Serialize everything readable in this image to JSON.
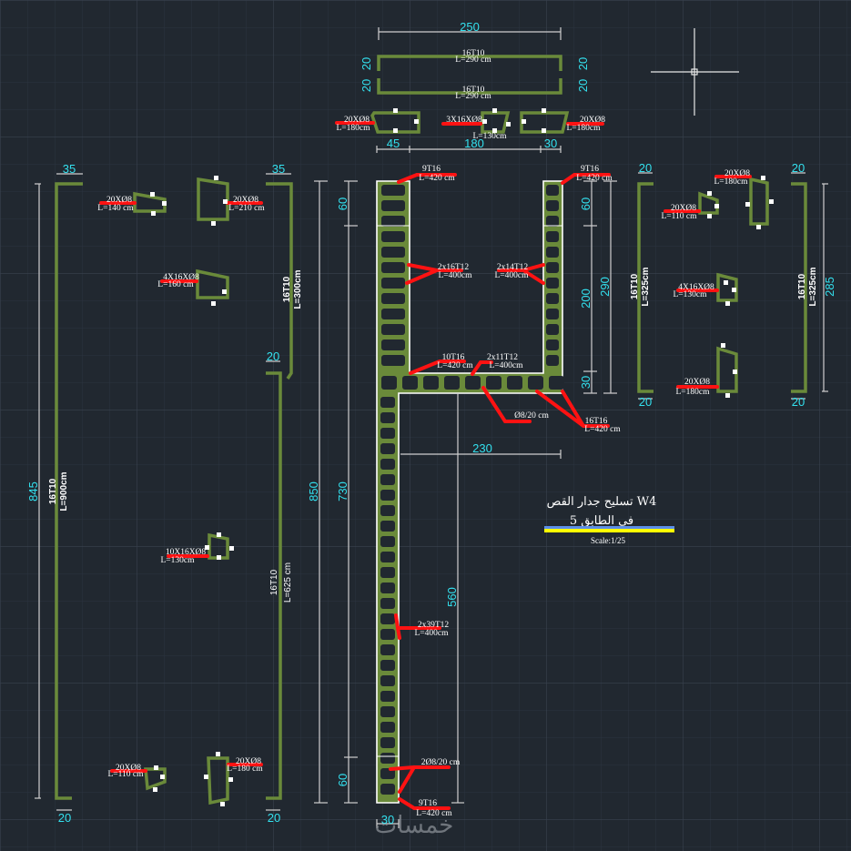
{
  "drawing": {
    "title_line1": "تسليح جدار القص W4",
    "title_line2": "في الطابق 5",
    "scale": "Scale:1/25",
    "watermark": "خمسات",
    "colors": {
      "background": "#212830",
      "rebar": "#6a8a3a",
      "leader": "#ff1212",
      "dimension_text": "#33e0ee",
      "label_text": "#ffffff",
      "title_underline_yellow": "#ffff00",
      "title_underline_blue": "#5b8ee8"
    }
  },
  "top_bars": {
    "dim_width": "250",
    "bar1": {
      "count": "16T10",
      "length": "L=290 cm",
      "hook_left": "20",
      "hook_right": "20"
    },
    "bar2": {
      "count": "16T10",
      "length": "L=290 cm",
      "hook_left": "20",
      "hook_right": "20"
    }
  },
  "top_stirrups": [
    {
      "count": "20XØ8",
      "length": "L=180cm"
    },
    {
      "count": "3X16XØ8",
      "length": "L=130cm"
    },
    {
      "count": "20XØ8",
      "length": "L=180cm"
    }
  ],
  "top_dims": [
    "45",
    "180",
    "30"
  ],
  "section_labels": {
    "top_left_corner": {
      "count": "9T16",
      "length": "L=420 cm"
    },
    "top_right_corner": {
      "count": "9T16",
      "length": "L=420 cm"
    },
    "left_web": {
      "count": "2x16T12",
      "length": "L=400cm"
    },
    "right_web": {
      "count": "2x14T12",
      "length": "L=400cm"
    },
    "junction": {
      "count": "10T16",
      "length": "L=420 cm"
    },
    "flange": {
      "count": "2x11T12",
      "length": "L=400cm"
    },
    "stirrup_spacing": {
      "text": "Ø8/20 cm"
    },
    "flange_end": {
      "count": "16T16",
      "length": "L=420 cm"
    },
    "long_web": {
      "count": "2x39T12",
      "length": "L=400cm"
    },
    "bottom_stirrups": {
      "text": "2Ø8/20 cm"
    },
    "bottom_corner": {
      "count": "9T16",
      "length": "L=420 cm"
    }
  },
  "section_dims": {
    "left_total": "850",
    "left_lower": "730",
    "left_top": "60",
    "left_bottom": "60",
    "right_top": "60",
    "right_mid": "200",
    "right_bot": "30",
    "right_total": "290",
    "flange_length": "230",
    "web_length": "560",
    "bottom_width": "30"
  },
  "left_bars": {
    "long_bar": {
      "count": "16T10",
      "length": "L=900cm",
      "dim": "845",
      "hook_top": "35",
      "hook_bottom": "20"
    },
    "upper_bar": {
      "count": "16T10",
      "length": "L=300cm",
      "hook_top": "35"
    },
    "lower_bar": {
      "count": "16T10",
      "length": "L=625 cm",
      "hook_top": "20",
      "hook_bottom": "20"
    }
  },
  "left_stirrups": [
    {
      "count": "20XØ8",
      "length": "L=140 cm"
    },
    {
      "count": "20XØ8",
      "length": "L=210 cm"
    },
    {
      "count": "4X16XØ8",
      "length": "L=160 cm"
    },
    {
      "count": "10X16XØ8",
      "length": "L=130cm"
    },
    {
      "count": "20XØ8",
      "length": "L=110 cm"
    },
    {
      "count": "20XØ8",
      "length": "L=180 cm"
    }
  ],
  "right_bars": {
    "bar_a": {
      "count": "16T10",
      "length": "L=325cm",
      "hook_top": "20",
      "hook_bottom": "20"
    },
    "bar_b": {
      "count": "16T10",
      "length": "L=325cm",
      "hook_top": "20",
      "hook_bottom": "20",
      "dim": "285"
    }
  },
  "right_stirrups": [
    {
      "count": "20XØ8",
      "length": "L=180cm"
    },
    {
      "count": "20XØ8",
      "length": "L=110 cm"
    },
    {
      "count": "4X16XØ8",
      "length": "L=130cm"
    },
    {
      "count": "20XØ8",
      "length": "L=180cm"
    }
  ]
}
